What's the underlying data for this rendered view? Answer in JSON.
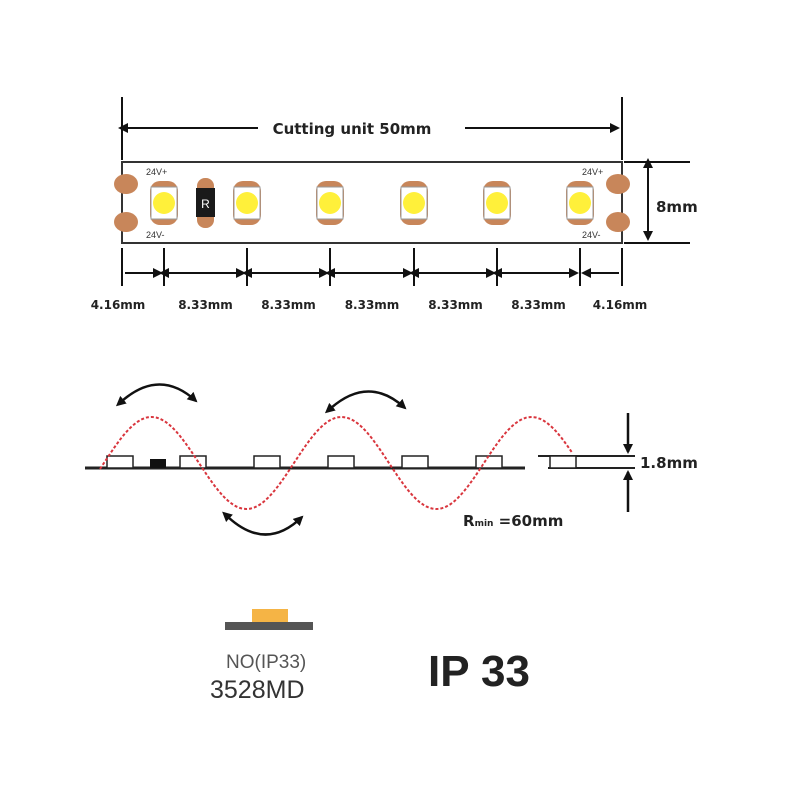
{
  "top": {
    "cutting_unit": "Cutting unit  50mm",
    "width_label": "8mm",
    "pad_plus": "24V+",
    "pad_minus": "24V-",
    "resistor_label": "R",
    "spacings": [
      "4.16mm",
      "8.33mm",
      "8.33mm",
      "8.33mm",
      "8.33mm",
      "8.33mm",
      "4.16mm"
    ]
  },
  "bend": {
    "height_label": "1.8mm",
    "radius_prefix": "R",
    "radius_sub": "min",
    "radius_value": " =60mm"
  },
  "bottom": {
    "protection": "NO(IP33)",
    "model": "3528MD",
    "ip_rating": "IP 33"
  },
  "colors": {
    "led": "#fff03a",
    "pad": "#c8865a",
    "curve": "#d9363e",
    "chip": "#f5b445",
    "base": "#555555"
  }
}
